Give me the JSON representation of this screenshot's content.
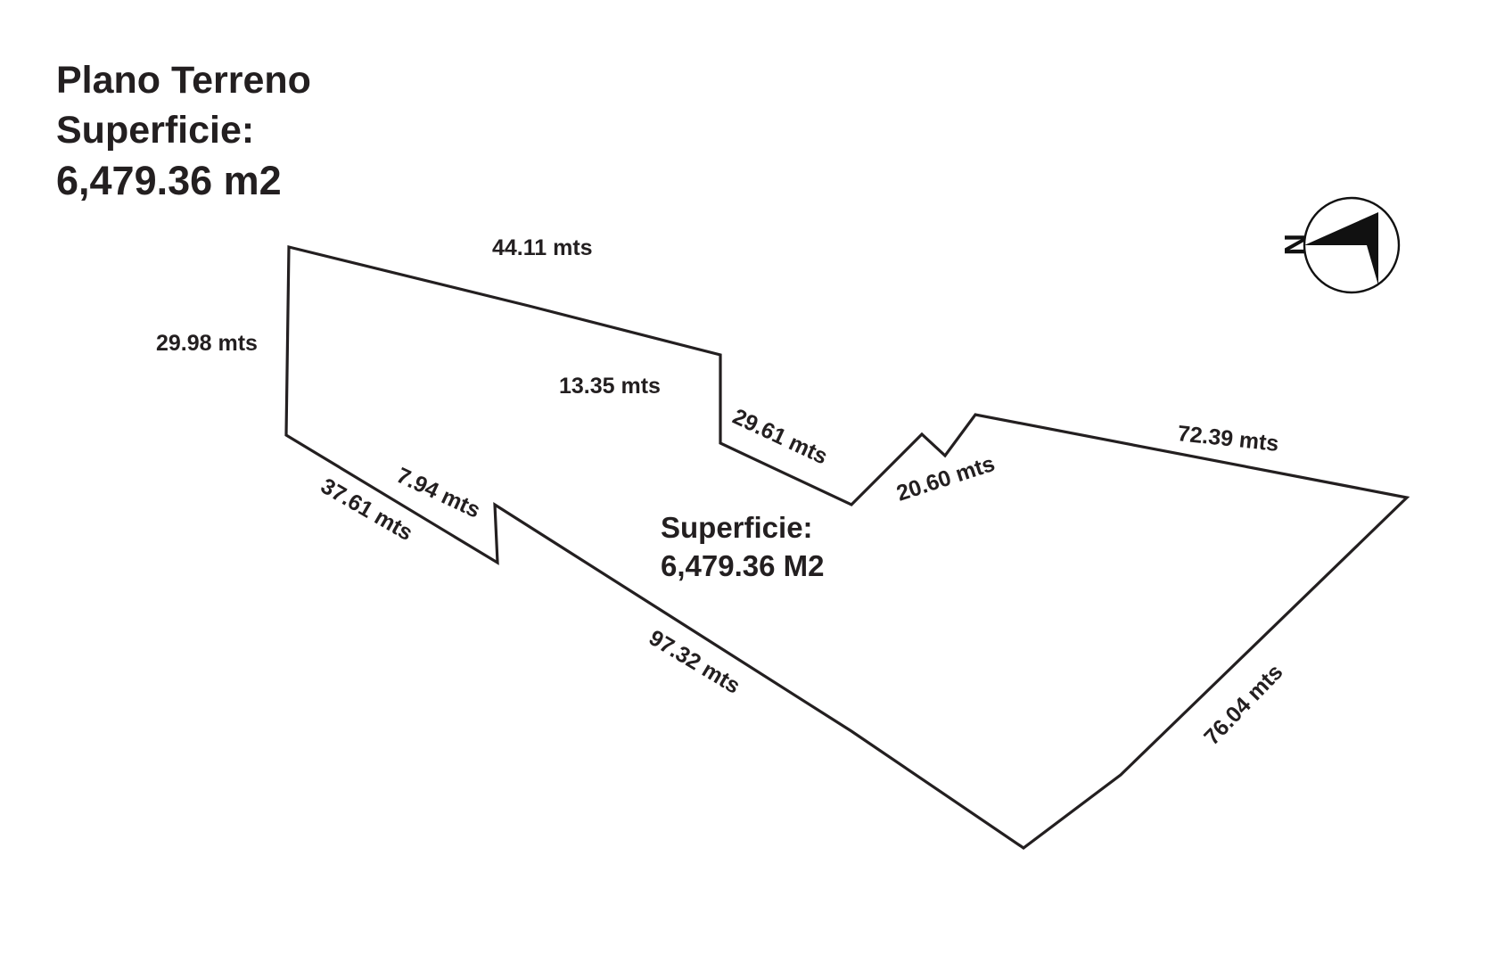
{
  "header": {
    "title": "Plano Terreno",
    "area_label": "Superficie:",
    "area_value": "6,479.36 m2"
  },
  "plan": {
    "center_label": "Superficie:",
    "center_value": "6,479.36 M2",
    "dimensions": {
      "top": "44.11 mts",
      "left": "29.98 mts",
      "inner_vertical": "13.35 mts",
      "inner_diagonal": "29.61 mts",
      "notch": "20.60 mts",
      "upper_right": "72.39 mts",
      "lower_right": "76.04 mts",
      "bottom_long": "97.32 mts",
      "lower_left": "37.61 mts",
      "small_jog": "7.94 mts"
    }
  },
  "compass": {
    "letter": "N",
    "icon": "north-arrow-icon"
  },
  "colors": {
    "stroke": "#231f20",
    "text": "#231f20",
    "background": "#ffffff"
  }
}
